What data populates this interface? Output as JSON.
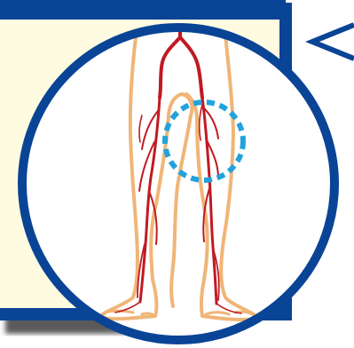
{
  "colors": {
    "panel_border": "#0a4496",
    "panel_fill": "#fffbe0",
    "panel_shadow": "#5a5a5a",
    "circle_ring": "#0a4496",
    "circle_fill": "#ffffff",
    "skin_outline": "#f0b577",
    "artery": "#c01a22",
    "focus_marker": "#22a2dc",
    "pointer": "#0a4496"
  },
  "icons": {
    "pointer": "chevron-left-icon",
    "focus_marker": "dashed-circle-icon"
  },
  "illustration": {
    "subject": "legs-arteries",
    "view": "front",
    "focus_region": "left-knee"
  }
}
